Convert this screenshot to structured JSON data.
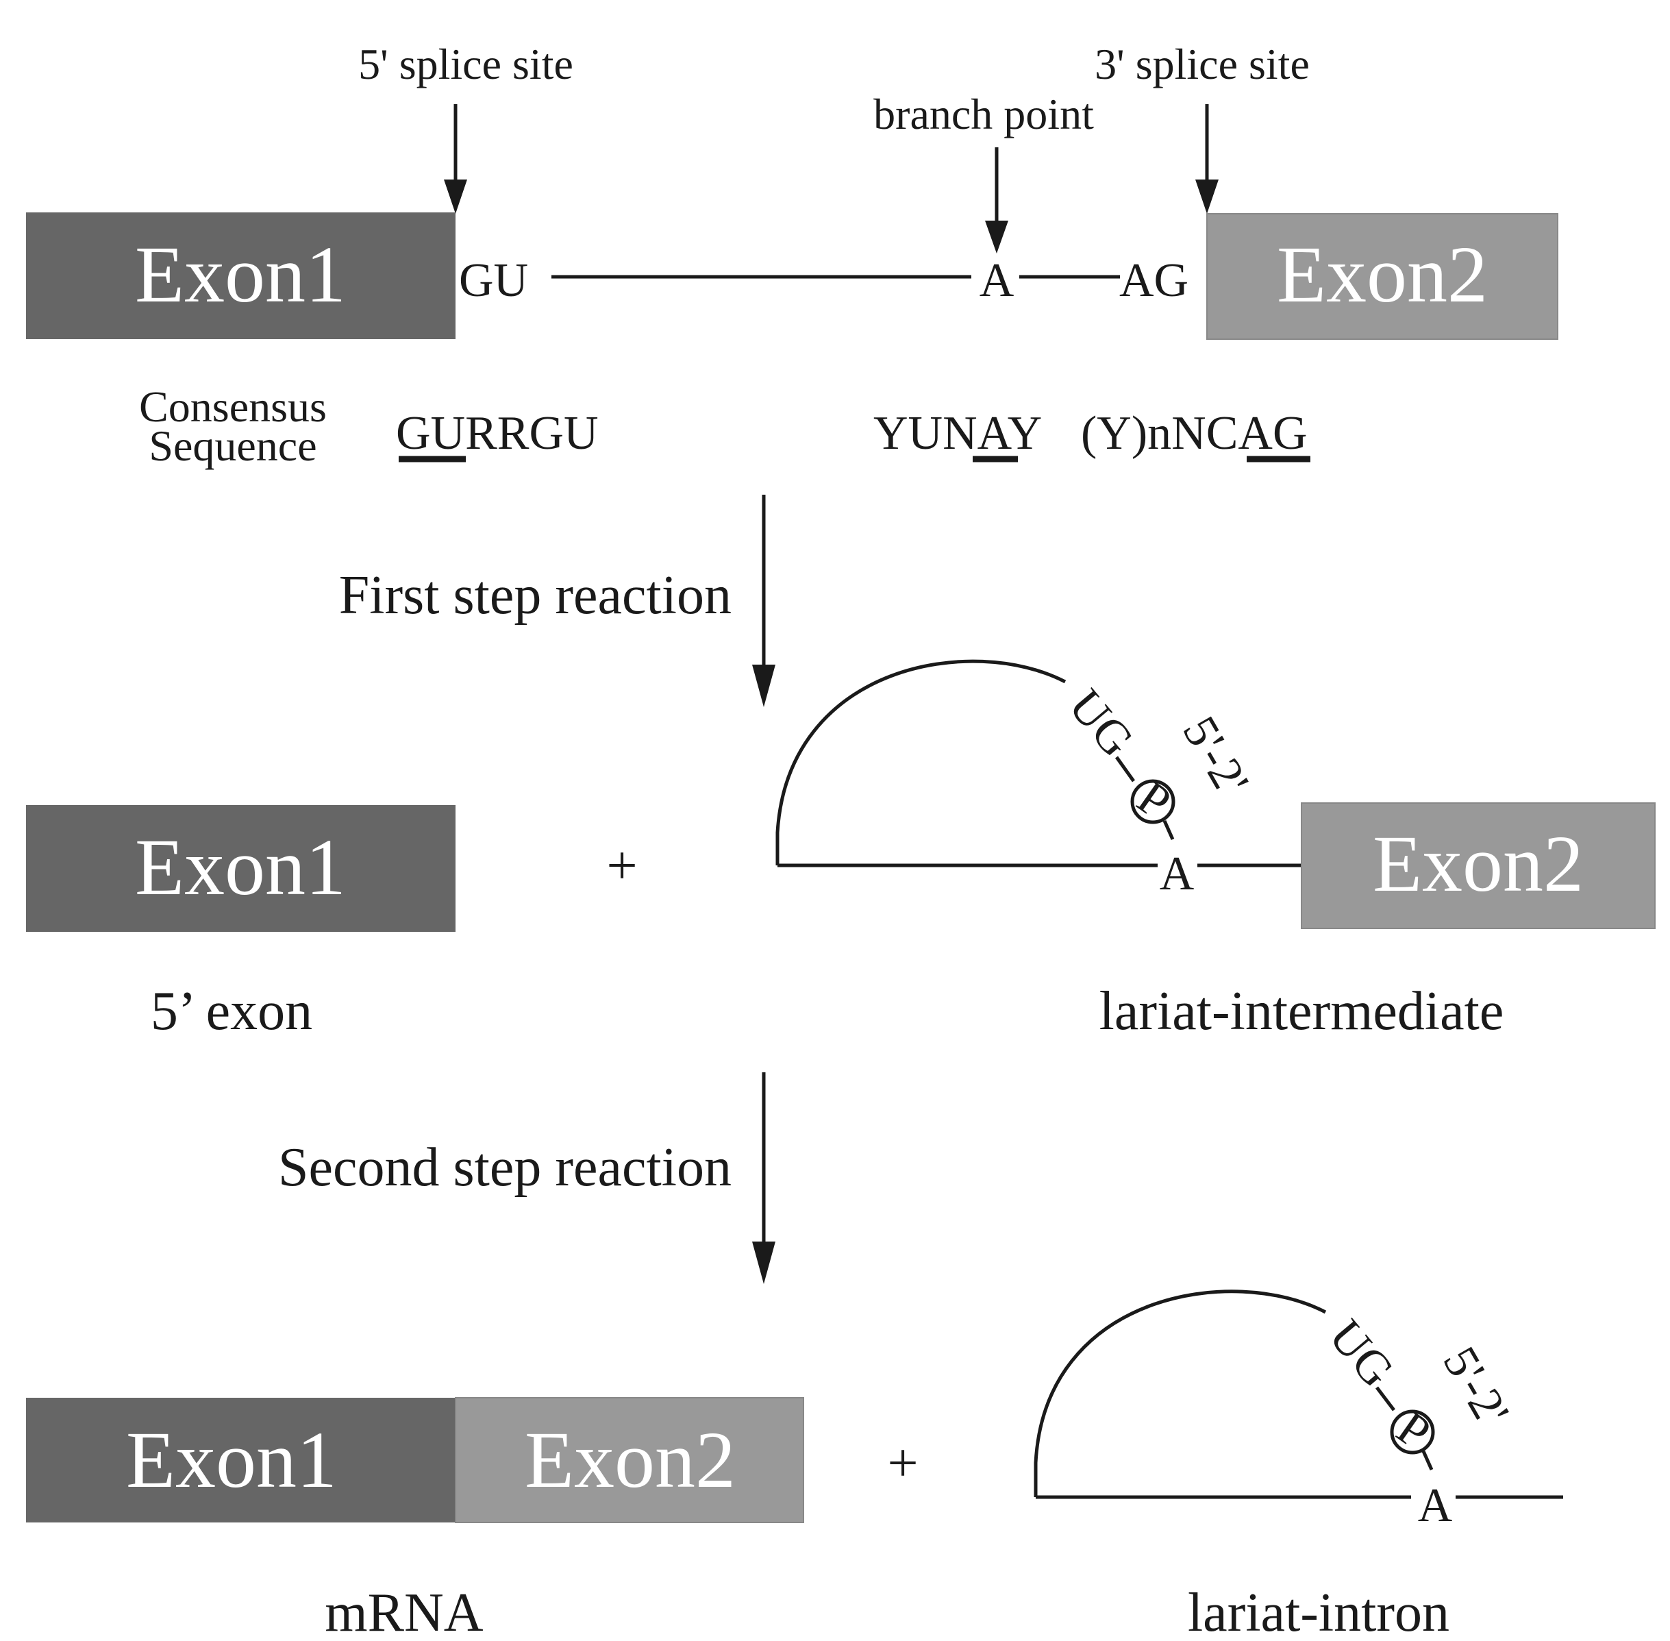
{
  "colors": {
    "exon1": "#666666",
    "exon2": "#999999",
    "ink": "#1a1a1a"
  },
  "labels": {
    "five_splice_site": "5' splice site",
    "three_splice_site": "3' splice site",
    "branch_point": "branch point",
    "exon1": "Exon1",
    "exon2": "Exon2",
    "gu": "GU",
    "a": "A",
    "ag": "AG",
    "consensus_line1": "Consensus",
    "consensus_line2": "Sequence",
    "seq_5": "GURRGU",
    "seq_branch": "YUNAY",
    "seq_3": "(Y)nNCAG",
    "first_step": "First step reaction",
    "second_step": "Second step reaction",
    "plus": "+",
    "ug": "UG",
    "p": "P",
    "link": "5'-2'",
    "five_exon": "5’ exon",
    "lariat_intermediate": "lariat-intermediate",
    "mrna": "mRNA",
    "lariat_intron": "lariat-intron"
  }
}
